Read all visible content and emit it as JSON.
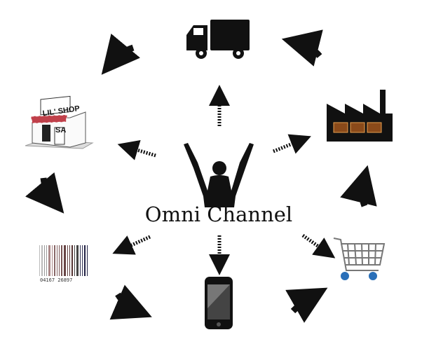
{
  "diagram": {
    "title": "Omni Channel",
    "shop_sign": "LIL' SHOP",
    "shop_door_sign": "SA",
    "barcode_digits": "04167 26897",
    "nodes": [
      "truck-icon",
      "factory-icon",
      "shopping-cart-icon",
      "smartphone-icon",
      "barcode-icon",
      "shop-icon"
    ],
    "colors": {
      "ink": "#111111",
      "awning": "#c0404a",
      "crates": "#8a4a1a",
      "cart_wheels": "#2a6fb8"
    }
  }
}
